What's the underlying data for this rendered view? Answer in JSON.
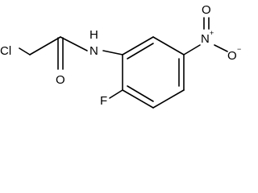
{
  "structure": {
    "atoms": {
      "chlorine": "Cl",
      "carbonyl_oxygen": "O",
      "amide_nitrogen": "N",
      "amide_hydrogen": "H",
      "fluorine": "F",
      "nitro_nitrogen": "N",
      "nitro_nitrogen_charge": "+",
      "nitro_oxygen_double": "O",
      "nitro_oxygen_single": "O",
      "nitro_oxygen_charge": "−"
    }
  }
}
